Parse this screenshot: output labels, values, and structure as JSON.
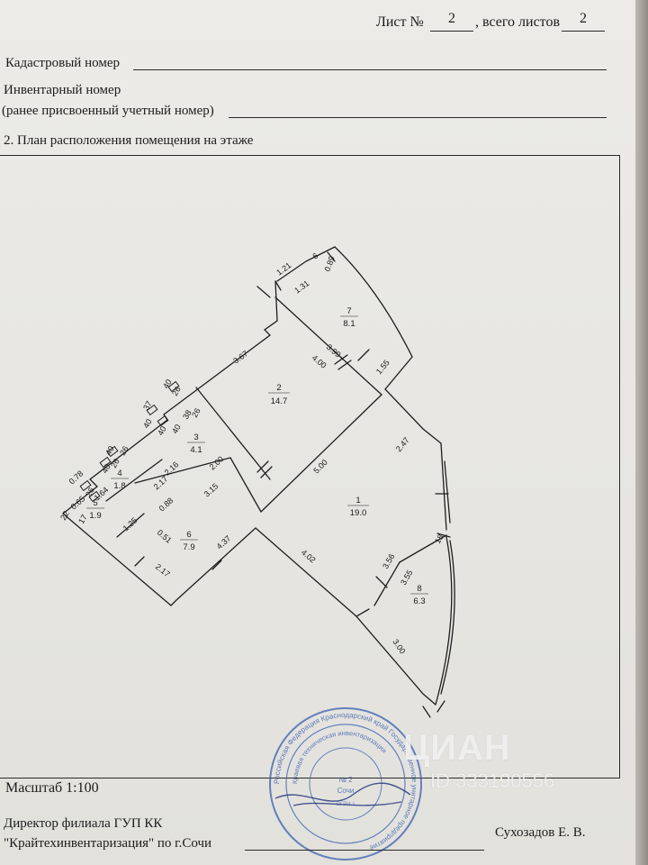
{
  "header": {
    "sheet_label": "Лист №",
    "sheet_number": "2",
    "total_label": ", всего листов",
    "total_number": "2"
  },
  "fields": {
    "cadastral": "Кадастровый номер",
    "inventory": "Инвентарный номер",
    "previous": "(ранее присвоенный учетный номер)"
  },
  "section_title": "2.  План расположения помещения на этаже",
  "rooms": [
    {
      "number": "1",
      "area": "19.0"
    },
    {
      "number": "2",
      "area": "14.7"
    },
    {
      "number": "3",
      "area": "4.1"
    },
    {
      "number": "4",
      "area": "1.8"
    },
    {
      "number": "5",
      "area": "1.9"
    },
    {
      "number": "6",
      "area": "7.9"
    },
    {
      "number": "7",
      "area": "8.1"
    },
    {
      "number": "8",
      "area": "6.3"
    }
  ],
  "dimensions": [
    "1.21",
    "1.31",
    "6",
    "0.89",
    "3.67",
    "3.99",
    "4.00",
    "1.55",
    "2.47",
    "5.00",
    "3.56",
    "3.55",
    "18",
    "3.00",
    "4.02",
    "4.37",
    "2.17",
    "3.15",
    "2.00",
    "2.16",
    "2.17",
    "0.88",
    "0.51",
    "1.64",
    "1.25",
    "0.65",
    "0.78",
    "22",
    "17",
    "26",
    "40",
    "37",
    "40",
    "38",
    "26",
    "40",
    "40",
    "40",
    "26",
    "40",
    "26",
    "26"
  ],
  "scale": "Масштаб 1:100",
  "footer": {
    "director_line1": "Директор филиала ГУП КК",
    "director_line2": "\"Крайтехинвентаризация\" по г.Сочи",
    "signatory": "Сухозадов Е. В."
  },
  "stamp": {
    "outer_text": "Российская Федерация  Краснодарский край  Государственное унитарное предприятие",
    "inner_text": "Краевая техническая инвентаризация",
    "center_lines": [
      "№ 2",
      "Сочи"
    ],
    "seal_number": "ОГРН 1"
  },
  "watermark": {
    "brand": "ЦИАН",
    "id_text": "ID 333190556"
  },
  "colors": {
    "paper": "#e8e7e3",
    "ink": "#1c1c1c",
    "stamp": "#3a5fb0"
  }
}
